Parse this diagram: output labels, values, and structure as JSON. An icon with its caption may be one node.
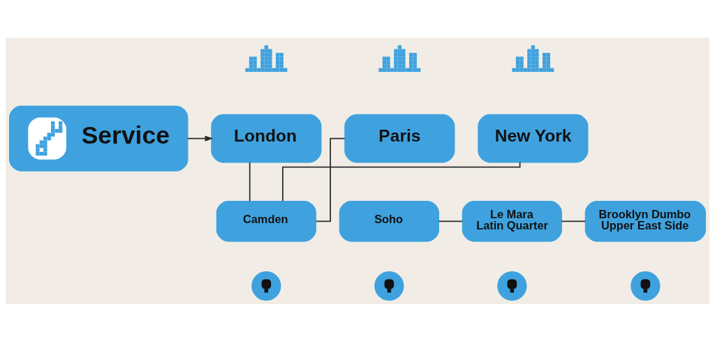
{
  "diagram": {
    "nodes": [
      {
        "text": [
          "Service"
        ]
      },
      {
        "text": [
          "London"
        ]
      },
      {
        "text": [
          "Paris"
        ]
      },
      {
        "text": [
          "New York"
        ]
      },
      {
        "text": [
          "Camden"
        ]
      },
      {
        "text": [
          "Soho"
        ]
      },
      {
        "text": [
          "Le Mara Latin Quarter"
        ]
      },
      {
        "text": [
          "Brooklyn Dumbo Upper East Side"
        ]
      },
      {
        "text": [],
        "shape": "circle"
      },
      {
        "text": [],
        "shape": "circle"
      },
      {
        "text": [],
        "shape": "circle"
      },
      {
        "text": [],
        "shape": "circle"
      }
    ],
    "edges": [
      {
        "from": 0,
        "to": 1,
        "arrow": "to"
      },
      {
        "from": 1,
        "to": 4,
        "arrow": "none"
      },
      {
        "from": 2,
        "to": 4,
        "arrow": "none"
      },
      {
        "from": 3,
        "to": 4,
        "arrow": "none"
      },
      {
        "from": 5,
        "to": 6,
        "arrow": "none"
      },
      {
        "from": 6,
        "to": 7,
        "arrow": "none"
      }
    ]
  }
}
